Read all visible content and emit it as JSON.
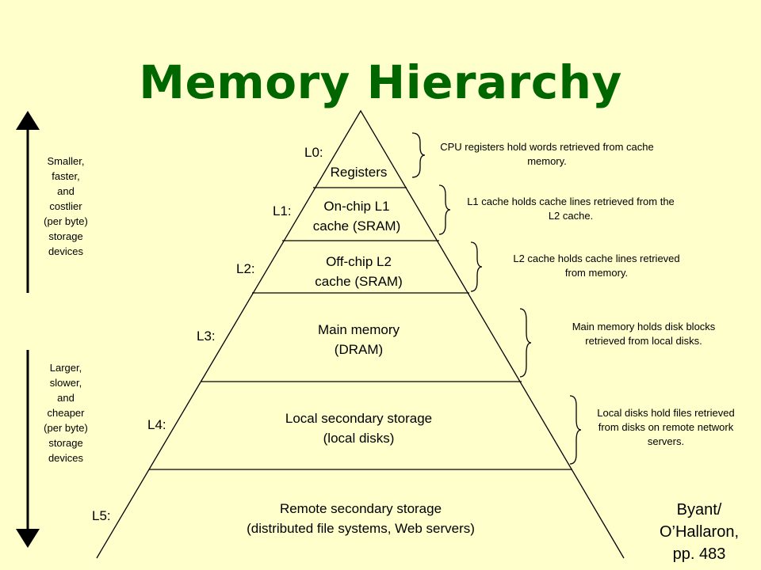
{
  "title": "Memory Hierarchy",
  "levels": [
    {
      "level": "L0:",
      "tier": [
        "Registers"
      ],
      "description": "CPU registers hold words retrieved from cache memory."
    },
    {
      "level": "L1:",
      "tier": [
        "On-chip L1",
        "cache (SRAM)"
      ],
      "description": "L1 cache holds cache lines retrieved from the L2 cache."
    },
    {
      "level": "L2:",
      "tier": [
        "Off-chip L2",
        "cache (SRAM)"
      ],
      "description": "L2 cache holds cache lines retrieved from memory."
    },
    {
      "level": "L3:",
      "tier": [
        "Main memory",
        "(DRAM)"
      ],
      "description": "Main memory holds disk blocks retrieved from local disks."
    },
    {
      "level": "L4:",
      "tier": [
        "Local secondary storage",
        "(local disks)"
      ],
      "description": "Local disks hold files retrieved from disks on remote network servers."
    },
    {
      "level": "L5:",
      "tier": [
        "Remote secondary storage",
        "(distributed file systems, Web servers)"
      ]
    }
  ],
  "side_top": [
    "Smaller,",
    "faster,",
    "and",
    "costlier",
    "(per byte)",
    "storage",
    "devices"
  ],
  "side_bottom": [
    "Larger,",
    "slower,",
    "and",
    "cheaper",
    "(per byte)",
    "storage",
    "devices"
  ],
  "credit": [
    "Byant/",
    "O’Hallaron,",
    "pp. 483"
  ]
}
